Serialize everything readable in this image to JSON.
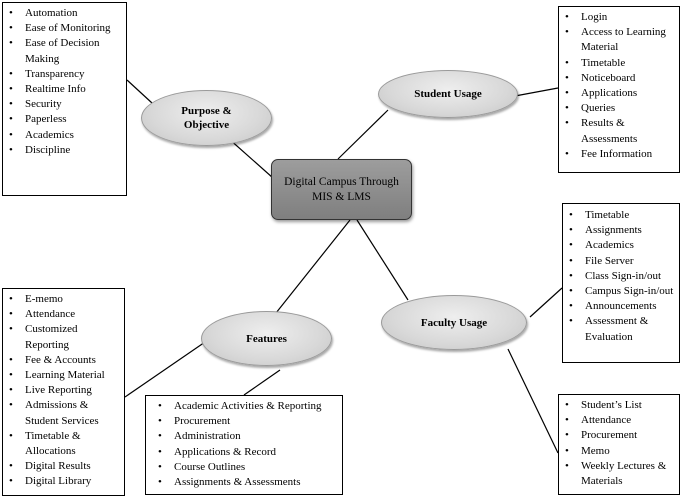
{
  "center": {
    "title": "Digital Campus Through MIS & LMS"
  },
  "nodes": {
    "purpose": {
      "label_line1": "Purpose &",
      "label_line2": "Objective"
    },
    "student": {
      "label": "Student Usage"
    },
    "faculty": {
      "label": "Faculty Usage"
    },
    "features": {
      "label": "Features"
    }
  },
  "lists": {
    "purpose": [
      "Automation",
      "Ease of Monitoring",
      "Ease of Decision Making",
      "Transparency",
      "Realtime Info",
      "Security",
      "Paperless",
      "Academics",
      "Discipline"
    ],
    "student": [
      "Login",
      "Access to Learning Material",
      "Timetable",
      "Noticeboard",
      "Applications",
      "Queries",
      "Results & Assessments",
      "Fee Information"
    ],
    "faculty_top": [
      "Timetable",
      "Assignments",
      "Academics",
      "File Server",
      "Class Sign-in/out",
      "Campus Sign-in/out",
      "Announcements",
      "Assessment & Evaluation"
    ],
    "faculty_bottom": [
      "Student’s List",
      "Attendance",
      "Procurement",
      "Memo",
      "Weekly Lectures & Materials"
    ],
    "features_left": [
      "E-memo",
      "Attendance",
      "Customized Reporting",
      "Fee & Accounts",
      "Learning Material",
      "Live Reporting",
      "Admissions & Student Services",
      "Timetable & Allocations",
      "Digital Results",
      "Digital Library"
    ],
    "features_bottom": [
      "Academic Activities & Reporting",
      "Procurement",
      "Administration",
      "Applications & Record",
      "Course Outlines",
      "Assignments & Assessments"
    ]
  }
}
